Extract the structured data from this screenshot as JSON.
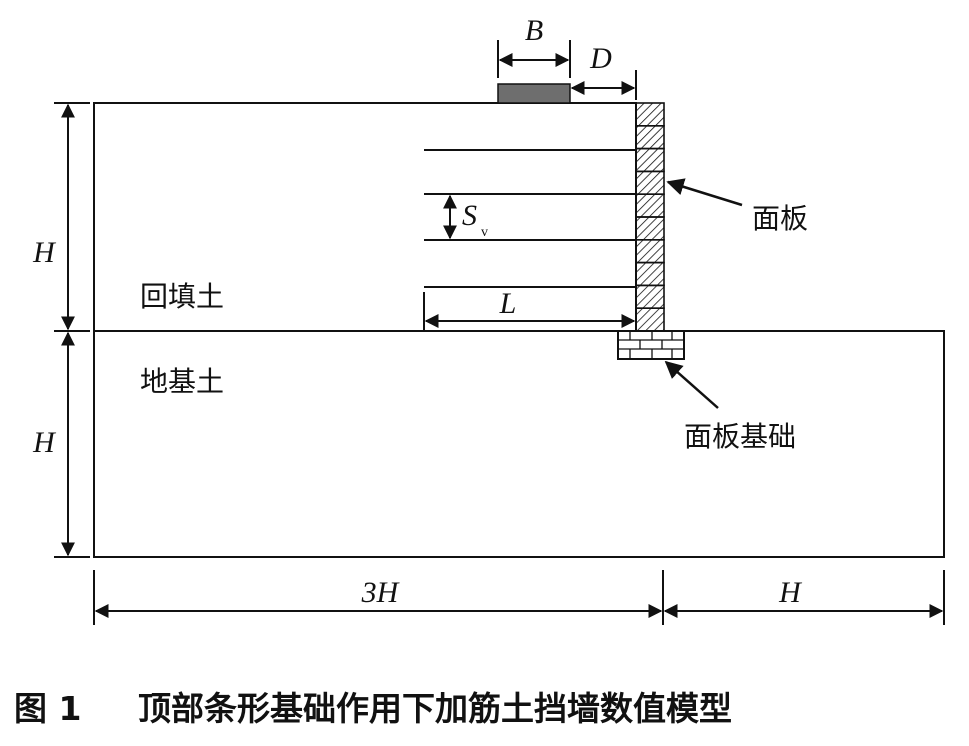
{
  "labels": {
    "footing_width": "B",
    "footing_offset": "D",
    "height_upper": "H",
    "height_lower": "H",
    "spacing_main": "S",
    "spacing_sub": "v",
    "reinforcement_length": "L",
    "backfill": "回填土",
    "foundation_soil": "地基土",
    "facing_panel": "面板",
    "panel_foundation": "面板基础",
    "width_left": "3H",
    "width_right": "H"
  },
  "caption": {
    "prefix": "图 1",
    "text": "顶部条形基础作用下加筋土挡墙数值模型"
  },
  "colors": {
    "line": "#111111",
    "footing_fill": "#6e6e6e",
    "background": "#ffffff"
  }
}
